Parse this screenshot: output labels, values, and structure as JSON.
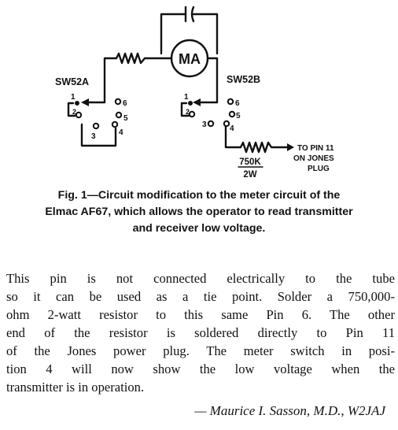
{
  "diagram": {
    "meter_label": "MA",
    "switch_a_label": "SW52A",
    "switch_b_label": "SW52B",
    "switch_a_positions": [
      "1",
      "2",
      "3",
      "4",
      "5",
      "6"
    ],
    "switch_b_positions": [
      "1",
      "2",
      "3",
      "4",
      "5",
      "6"
    ],
    "resistor_value": "750K",
    "resistor_watt": "2W",
    "to_pin_line1": "TO PIN 11",
    "to_pin_line2": "ON JONES",
    "to_pin_line3": "PLUG"
  },
  "caption": {
    "lines": [
      "Fig. 1—Circuit modification to the meter circuit of the",
      "Elmac AF67, which allows the operator to read transmitter",
      "and receiver low voltage."
    ]
  },
  "body": {
    "lines": [
      "This pin is not connected electrically to the tube",
      "so it can be used as a tie point. Solder a 750,000-",
      "ohm 2-watt resistor to this same Pin 6. The other",
      "end of the resistor is soldered directly to Pin 11",
      "of the Jones power plug. The meter switch in posi-",
      "tion 4 will now show the low voltage when the",
      "transmitter is in operation."
    ]
  },
  "signature": "— Maurice I. Sasson, M.D., W2JAJ"
}
